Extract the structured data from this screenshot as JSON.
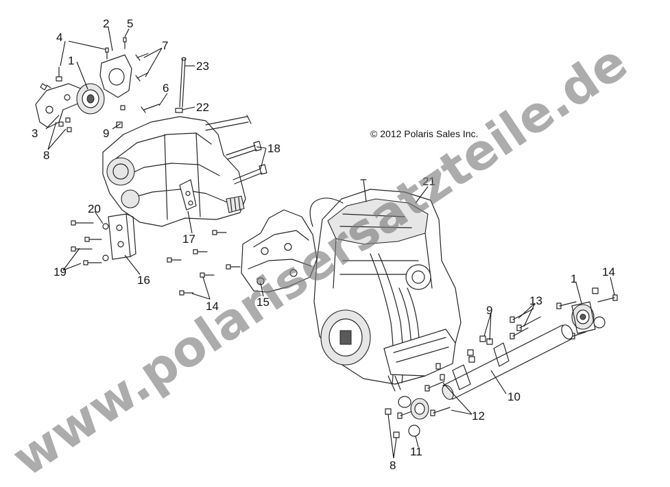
{
  "copyright": "© 2012 Polaris Sales Inc.",
  "watermark": "www.polarisersatzteile.de",
  "callouts": [
    {
      "id": "c1a",
      "text": "1"
    },
    {
      "id": "c2",
      "text": "2"
    },
    {
      "id": "c3",
      "text": "3"
    },
    {
      "id": "c4",
      "text": "4"
    },
    {
      "id": "c5",
      "text": "5"
    },
    {
      "id": "c6",
      "text": "6"
    },
    {
      "id": "c7",
      "text": "7"
    },
    {
      "id": "c8a",
      "text": "8"
    },
    {
      "id": "c9a",
      "text": "9"
    },
    {
      "id": "c23",
      "text": "23"
    },
    {
      "id": "c22",
      "text": "22"
    },
    {
      "id": "c18",
      "text": "18"
    },
    {
      "id": "c20",
      "text": "20"
    },
    {
      "id": "c19",
      "text": "19"
    },
    {
      "id": "c16",
      "text": "16"
    },
    {
      "id": "c17",
      "text": "17"
    },
    {
      "id": "c14a",
      "text": "14"
    },
    {
      "id": "c15",
      "text": "15"
    },
    {
      "id": "c21",
      "text": "21"
    },
    {
      "id": "c9b",
      "text": "9"
    },
    {
      "id": "c13",
      "text": "13"
    },
    {
      "id": "c1b",
      "text": "1"
    },
    {
      "id": "c14b",
      "text": "14"
    },
    {
      "id": "c10",
      "text": "10"
    },
    {
      "id": "c12",
      "text": "12"
    },
    {
      "id": "c11",
      "text": "11"
    },
    {
      "id": "c8b",
      "text": "8"
    }
  ]
}
